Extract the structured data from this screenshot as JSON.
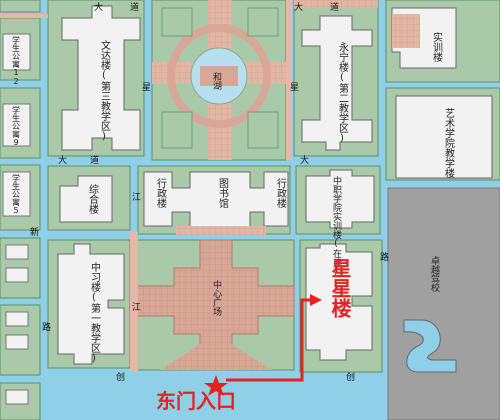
{
  "map": {
    "buildings": {
      "wenda": "文达楼(第三教学区)",
      "yongning": "永宁楼(第二教学区)",
      "shixun": "实训楼",
      "yishu": "艺术学院教学楼",
      "zhongyi": "中职学院实训楼(在建)",
      "zonghe": "综合楼",
      "xingzheng_left": "行政楼",
      "tushuguan": "图书馆",
      "xingzheng_right": "行政楼",
      "zhongxi": "中习楼(第一教学区)",
      "xingxing": "星星楼",
      "zhuojia": "卓越驾校",
      "dorm12": "学生公寓12",
      "dorm9": "学生公寓9",
      "dorm5": "学生公寓5"
    },
    "squares": {
      "hehu": "和湖",
      "center": "中心广场"
    },
    "roads": {
      "da": "大",
      "dao": "道",
      "lu": "路",
      "xing": "星",
      "jiang": "江",
      "chuang": "创",
      "xin": "新"
    },
    "entrance": "东门入口",
    "colors": {
      "road": "#8fd0e8",
      "building": "#f2f2f2",
      "green": "#a9c9a9",
      "plaza": "#d9a797",
      "highlight": "#e52222",
      "drivingSchool": "#a0a0a0"
    }
  }
}
